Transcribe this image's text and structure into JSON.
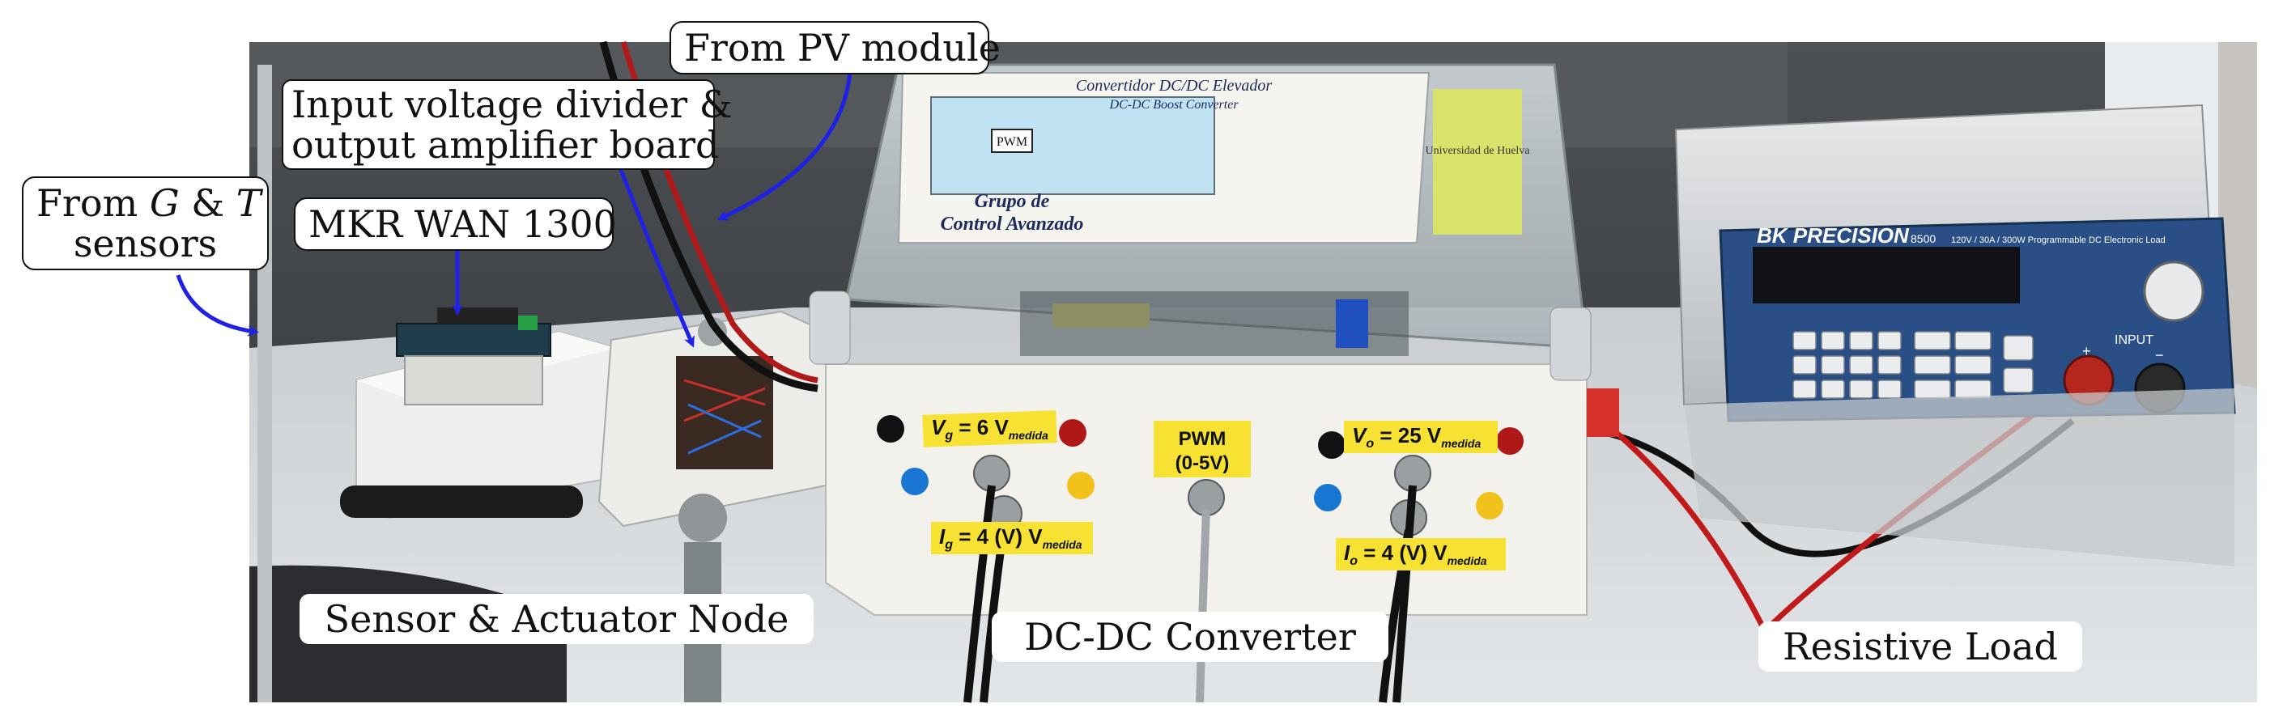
{
  "labels": {
    "pv_module": "From PV module",
    "divider_board_line1": "Input voltage divider &",
    "divider_board_line2": "output amplifier board",
    "gt_sensors_prefix": "From ",
    "gt_sensors_g": "G",
    "gt_sensors_amp": " & ",
    "gt_sensors_t": "T",
    "gt_sensors_line2": "sensors",
    "mkr_wan": "MKR WAN 1300",
    "sensor_node": "Sensor & Actuator Node",
    "dc_dc_converter": "DC-DC Converter",
    "resistive_load": "Resistive Load"
  },
  "converter_panel": {
    "vg_label": "V",
    "vg_sub": "g",
    "vg_value": " = 6 V",
    "vg_sub2": "medida",
    "pwm_line1": "PWM",
    "pwm_line2": "(0-5V)",
    "vo_label": "V",
    "vo_sub": "o",
    "vo_value": " = 25 V",
    "vo_sub2": "medida",
    "ig_label": "I",
    "ig_sub": "g",
    "ig_value": " = 4 (V) V",
    "ig_sub2": "medida",
    "io_label": "I",
    "io_sub": "o",
    "io_value": " = 4 (V) V",
    "io_sub2": "medida"
  },
  "converter_sheet": {
    "title": "Convertidor DC/DC Elevador",
    "subtitle": "DC-DC Boost Converter",
    "pwm_block": "PWM",
    "group_line1": "Grupo de",
    "group_line2": "Control Avanzado",
    "university": "Universidad de Huelva"
  },
  "load_panel": {
    "brand": "BK PRECISION",
    "model": "8500",
    "spec": "120V / 30A / 300W  Programmable DC Electronic Load",
    "input_label": "INPUT",
    "plus": "+",
    "minus": "−"
  },
  "colors": {
    "arrow": "#1f22e6",
    "background_wall": "#3a3d40",
    "table": "#d8dcdf",
    "converter_body": "#f2f1ec",
    "tag_yellow": "#f7e233",
    "load_blue": "#2a4f86",
    "load_grey": "#cfd2d4"
  }
}
